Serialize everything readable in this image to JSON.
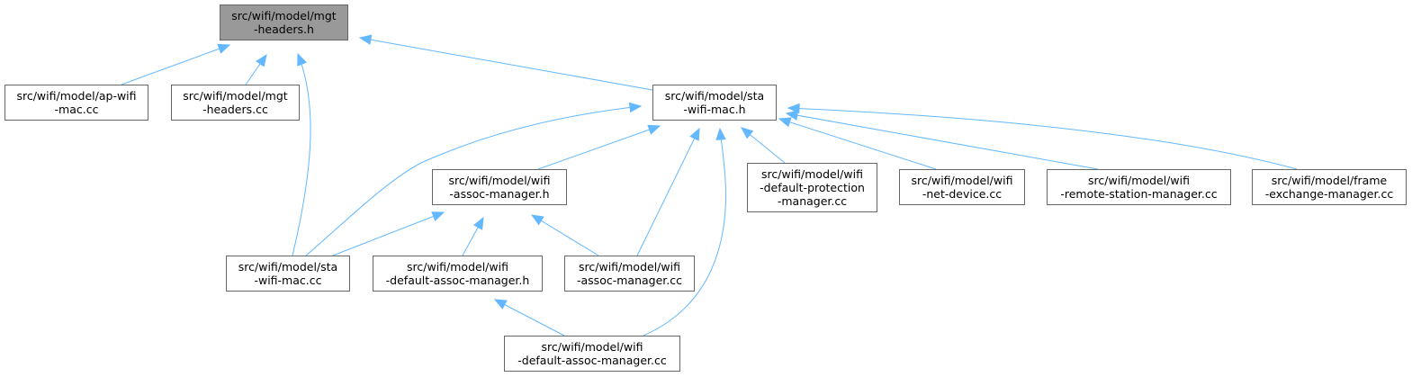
{
  "nodes": {
    "mgt_headers_h": "src/wifi/model/mgt\n-headers.h",
    "ap_wifi_mac_cc": "src/wifi/model/ap-wifi\n-mac.cc",
    "mgt_headers_cc": "src/wifi/model/mgt\n-headers.cc",
    "sta_wifi_mac_h": "src/wifi/model/sta\n-wifi-mac.h",
    "wifi_assoc_manager_h": "src/wifi/model/wifi\n-assoc-manager.h",
    "default_protection_manager_cc": "src/wifi/model/wifi\n-default-protection\n-manager.cc",
    "wifi_net_device_cc": "src/wifi/model/wifi\n-net-device.cc",
    "remote_station_manager_cc": "src/wifi/model/wifi\n-remote-station-manager.cc",
    "frame_exchange_manager_cc": "src/wifi/model/frame\n-exchange-manager.cc",
    "sta_wifi_mac_cc": "src/wifi/model/sta\n-wifi-mac.cc",
    "default_assoc_manager_h": "src/wifi/model/wifi\n-default-assoc-manager.h",
    "wifi_assoc_manager_cc": "src/wifi/model/wifi\n-assoc-manager.cc",
    "default_assoc_manager_cc": "src/wifi/model/wifi\n-default-assoc-manager.cc"
  },
  "edges": [
    {
      "from": "ap_wifi_mac_cc",
      "to": "mgt_headers_h"
    },
    {
      "from": "mgt_headers_cc",
      "to": "mgt_headers_h"
    },
    {
      "from": "sta_wifi_mac_cc",
      "to": "mgt_headers_h"
    },
    {
      "from": "sta_wifi_mac_h",
      "to": "mgt_headers_h"
    },
    {
      "from": "sta_wifi_mac_cc",
      "to": "sta_wifi_mac_h"
    },
    {
      "from": "wifi_assoc_manager_h",
      "to": "sta_wifi_mac_h"
    },
    {
      "from": "wifi_assoc_manager_cc",
      "to": "sta_wifi_mac_h"
    },
    {
      "from": "default_assoc_manager_cc",
      "to": "sta_wifi_mac_h"
    },
    {
      "from": "default_protection_manager_cc",
      "to": "sta_wifi_mac_h"
    },
    {
      "from": "wifi_net_device_cc",
      "to": "sta_wifi_mac_h"
    },
    {
      "from": "remote_station_manager_cc",
      "to": "sta_wifi_mac_h"
    },
    {
      "from": "frame_exchange_manager_cc",
      "to": "sta_wifi_mac_h"
    },
    {
      "from": "sta_wifi_mac_cc",
      "to": "wifi_assoc_manager_h"
    },
    {
      "from": "default_assoc_manager_h",
      "to": "wifi_assoc_manager_h"
    },
    {
      "from": "wifi_assoc_manager_cc",
      "to": "wifi_assoc_manager_h"
    },
    {
      "from": "default_assoc_manager_cc",
      "to": "default_assoc_manager_h"
    }
  ],
  "colors": {
    "edge": "#63b8ff",
    "node_border": "#666666",
    "root_fill": "#999999",
    "node_fill": "#ffffff"
  }
}
